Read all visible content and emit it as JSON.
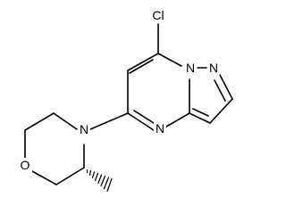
{
  "molecule": {
    "atoms": [
      {
        "id": "Cl",
        "label": "Cl"
      },
      {
        "id": "N_bridge",
        "label": "N"
      },
      {
        "id": "N_pyrazole",
        "label": "N"
      },
      {
        "id": "N_pyrimidine",
        "label": "N"
      },
      {
        "id": "N_morpholine",
        "label": "N"
      },
      {
        "id": "O_morpholine",
        "label": "O"
      }
    ],
    "stereo_bond": "hashed-wedge",
    "colors": {
      "bond": "#000000",
      "label": "#000000",
      "background": "#ffffff"
    }
  }
}
